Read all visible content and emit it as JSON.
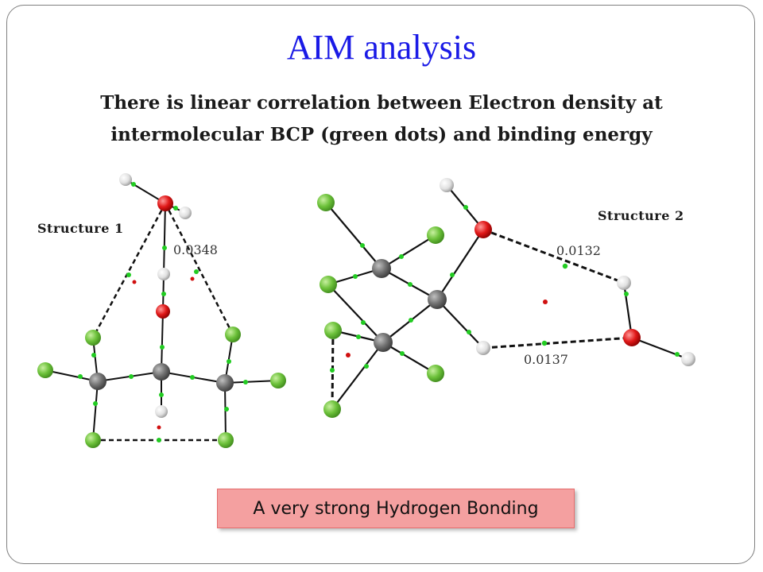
{
  "slide": {
    "title": "AIM analysis",
    "subtitle": "There is linear correlation between Electron density at intermolecular BCP (green dots) and binding energy",
    "callout": "A very strong Hydrogen Bonding"
  },
  "structure1": {
    "label": "Structure 1",
    "bcp_value": "0.0348"
  },
  "structure2": {
    "label": "Structure 2",
    "bcp_value_a": "0.0132",
    "bcp_value_b": "0.0137"
  },
  "colors": {
    "title": "#1a1ae6",
    "fluorine": "#6cc13a",
    "oxygen": "#e01818",
    "carbon": "#707070",
    "hydrogen": "#e0e0e0",
    "bcp": "#22cc22",
    "ring_cp": "#d01010",
    "callout_fill": "#f4a0a0"
  }
}
